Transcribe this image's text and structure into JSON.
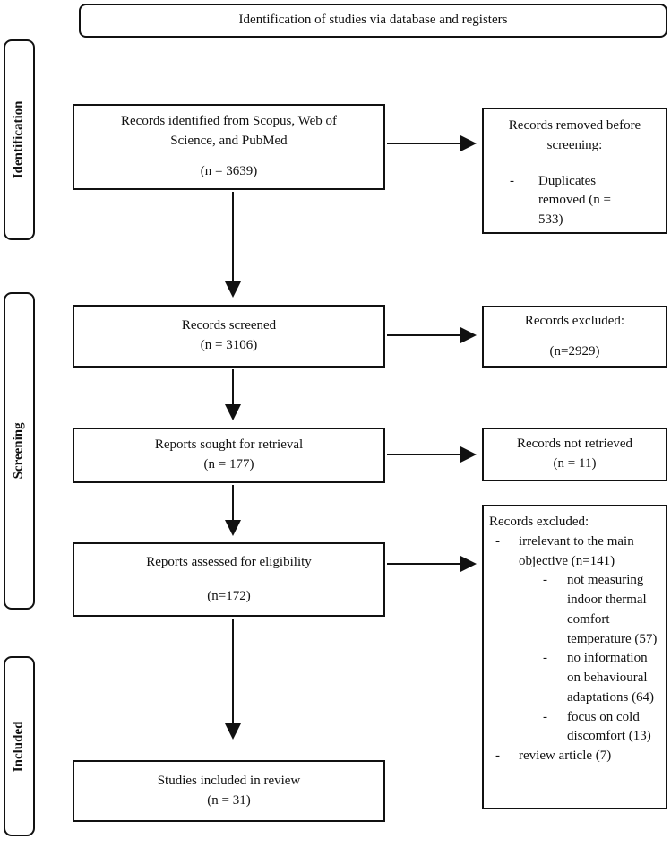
{
  "title": "Identification of studies via database and registers",
  "bullet_char": "-",
  "stages": {
    "identification": "Identification",
    "screening": "Screening",
    "included": "Included"
  },
  "boxes": {
    "identified": {
      "text": "Records identified from Scopus, Web of Science, and PubMed",
      "n": "(n = 3639)"
    },
    "screened": {
      "text": "Records screened",
      "n": "(n = 3106)"
    },
    "sought": {
      "text": "Reports sought for retrieval",
      "n": "(n = 177)"
    },
    "assessed": {
      "text": "Reports assessed for eligibility",
      "n": "(n=172)"
    },
    "included": {
      "text": "Studies included in review",
      "n": "(n = 31)"
    }
  },
  "side_boxes": {
    "removed_before_screening": {
      "heading": "Records removed before screening:",
      "bullets": [
        {
          "text": "Duplicates removed (n = 533)"
        }
      ]
    },
    "records_excluded": {
      "heading": "Records excluded:",
      "n": "(n=2929)"
    },
    "not_retrieved": {
      "heading": "Records not retrieved",
      "n": "(n = 11)"
    },
    "reports_excluded": {
      "heading": "Records excluded:",
      "bullets": [
        {
          "level": 1,
          "text": "irrelevant to the main objective (n=141)"
        },
        {
          "level": 2,
          "text": "not measuring indoor thermal comfort temperature (57)"
        },
        {
          "level": 2,
          "text": "no information on behavioural adaptations (64)"
        },
        {
          "level": 2,
          "text": "focus on cold discomfort (13)"
        },
        {
          "level": 1,
          "text": "review article (7)"
        }
      ]
    }
  },
  "colors": {
    "ink": "#111111",
    "background": "#ffffff"
  }
}
